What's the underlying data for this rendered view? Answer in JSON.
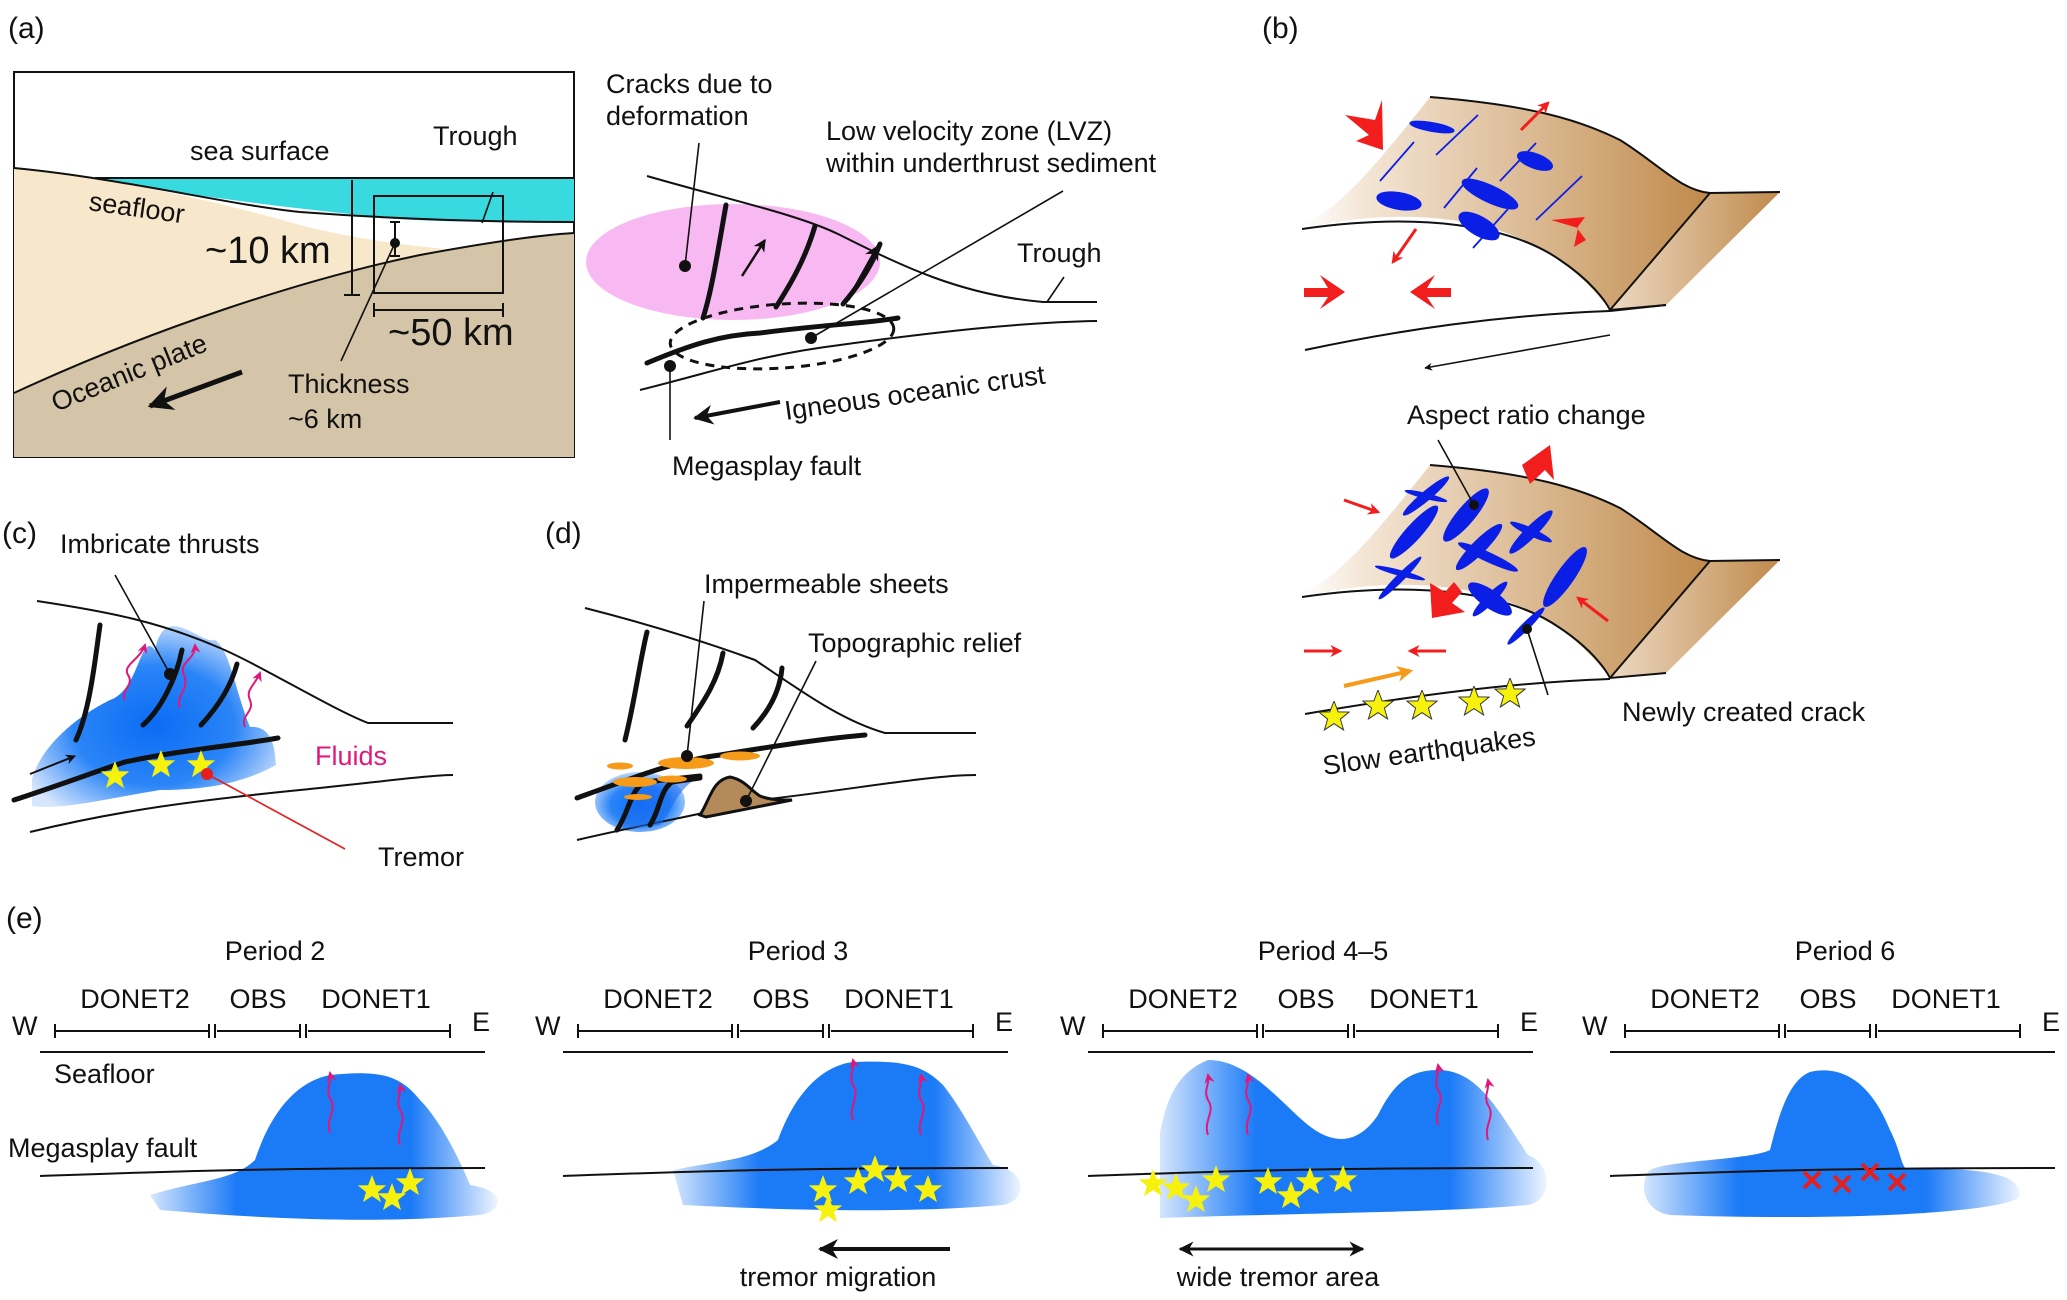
{
  "colors": {
    "sea": "#39d9e0",
    "sediment": "#f8e8cb",
    "plate": "#d5c5a8",
    "lvz": "#f8b9f2",
    "fluid_blue": "#0a6cf5",
    "crack_blue": "#0a1ee6",
    "fluid_arrow": "#e0187a",
    "stress_arrow": "#f21d1d",
    "star": "#f6f20e",
    "orange": "#f59a19",
    "brown": "#c08a4b",
    "tremor_red": "#e71e1e"
  },
  "panels": {
    "a": {
      "label": "(a)",
      "sea_surface": "sea surface",
      "seafloor": "seafloor",
      "trough": "Trough",
      "depth": "~10 km",
      "width": "~50 km",
      "oceanic_plate": "Oceanic plate",
      "thickness_1": "Thickness",
      "thickness_2": "~6 km",
      "cracks_1": "Cracks due to",
      "cracks_2": "deformation",
      "lvz_1": "Low velocity zone (LVZ)",
      "lvz_2": "within underthrust sediment",
      "trough_right": "Trough",
      "crust": "Igneous oceanic crust",
      "megasplay": "Megasplay fault"
    },
    "b": {
      "label": "(b)",
      "aspect_ratio": "Aspect ratio change",
      "new_crack": "Newly created crack",
      "slow_eq": "Slow earthquakes"
    },
    "c": {
      "label": "(c)",
      "imbricate": "Imbricate thrusts",
      "fluids": "Fluids",
      "tremor": "Tremor"
    },
    "d": {
      "label": "(d)",
      "impermeable": "Impermeable sheets",
      "relief": "Topographic relief"
    },
    "e": {
      "label": "(e)",
      "west": "W",
      "east": "E",
      "seafloor": "Seafloor",
      "megasplay": "Megasplay fault",
      "stations": [
        "DONET2",
        "OBS",
        "DONET1"
      ],
      "periods": [
        {
          "title": "Period 2",
          "caption": ""
        },
        {
          "title": "Period 3",
          "caption": "tremor migration"
        },
        {
          "title": "Period 4–5",
          "caption": "wide tremor area"
        },
        {
          "title": "Period 6",
          "caption": ""
        }
      ]
    }
  }
}
